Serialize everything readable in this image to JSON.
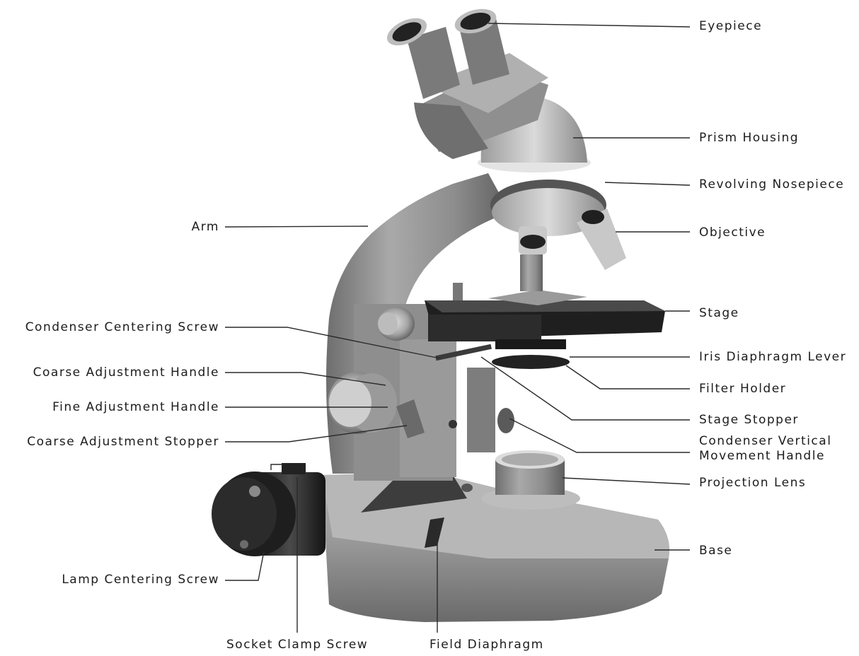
{
  "labels": {
    "eyepiece": "Eyepiece",
    "prism_housing": "Prism Housing",
    "revolving_nosepiece": "Revolving Nosepiece",
    "objective": "Objective",
    "arm": "Arm",
    "stage": "Stage",
    "condenser_centering_screw": "Condenser Centering Screw",
    "iris_diaphragm_lever": "Iris Diaphragm Lever",
    "coarse_adjustment_handle": "Coarse Adjustment Handle",
    "filter_holder": "Filter Holder",
    "fine_adjustment_handle": "Fine Adjustment Handle",
    "stage_stopper": "Stage Stopper",
    "coarse_adjustment_stopper": "Coarse Adjustment Stopper",
    "condenser_vertical_line1": "Condenser Vertical",
    "condenser_vertical_line2": "Movement Handle",
    "projection_lens": "Projection Lens",
    "base": "Base",
    "lamp_centering_screw": "Lamp Centering Screw",
    "socket_clamp_screw": "Socket Clamp Screw",
    "field_diaphragm": "Field Diaphragm"
  }
}
